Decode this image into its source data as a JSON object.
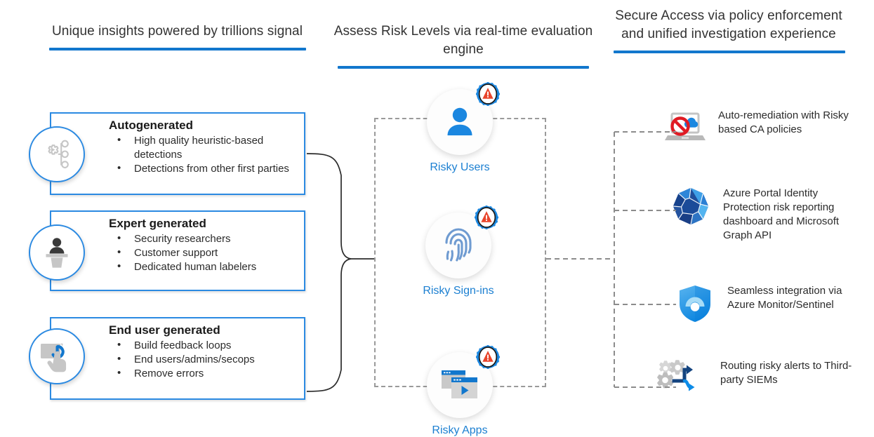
{
  "columns": [
    {
      "id": "insights",
      "title": "Unique insights powered by trillions signal",
      "accent": "#1277cd"
    },
    {
      "id": "assess",
      "title": "Assess Risk Levels via real-time evaluation engine",
      "accent": "#1277cd"
    },
    {
      "id": "secure",
      "title": "Secure Access via policy enforcement and unified investigation experience",
      "accent": "#1277cd"
    }
  ],
  "sources": [
    {
      "icon": "automation-gear-nodes-icon",
      "title": "Autogenerated",
      "bullets": [
        "High quality heuristic-based detections",
        "Detections from other first parties"
      ]
    },
    {
      "icon": "presenter-podium-icon",
      "title": "Expert generated",
      "bullets": [
        "Security researchers",
        "Customer support",
        "Dedicated human labelers"
      ]
    },
    {
      "icon": "tap-gesture-screen-icon",
      "title": "End user generated",
      "bullets": [
        "Build feedback loops",
        "End users/admins/secops",
        "Remove errors"
      ]
    }
  ],
  "risk_nodes": [
    {
      "icon": "user-person-icon",
      "label": "Risky Users",
      "badge": "warning-triangle-gear-icon"
    },
    {
      "icon": "fingerprint-icon",
      "label": "Risky Sign-ins",
      "badge": "warning-triangle-gear-icon"
    },
    {
      "icon": "app-windows-icon",
      "label": "Risky Apps",
      "badge": "warning-triangle-gear-icon"
    }
  ],
  "outcomes": [
    {
      "icon": "laptop-cloud-blocked-icon",
      "text": "Auto-remediation with Risky based CA policies"
    },
    {
      "icon": "azure-identity-protection-icon",
      "text": "Azure Portal Identity Protection risk reporting dashboard and Microsoft Graph API"
    },
    {
      "icon": "azure-sentinel-shield-icon",
      "text": "Seamless integration via Azure Monitor/Sentinel"
    },
    {
      "icon": "gears-branching-arrows-icon",
      "text": "Routing risky alerts to Third-party SIEMs"
    }
  ],
  "colors": {
    "accent_blue": "#1277cd",
    "card_border": "#2b8ae2",
    "label_blue": "#1b7fd1",
    "icon_grey": "#bfbfbf",
    "dashed_grey": "#9a9a9a",
    "warning_orange": "#e8452c",
    "block_red": "#e01b24"
  }
}
